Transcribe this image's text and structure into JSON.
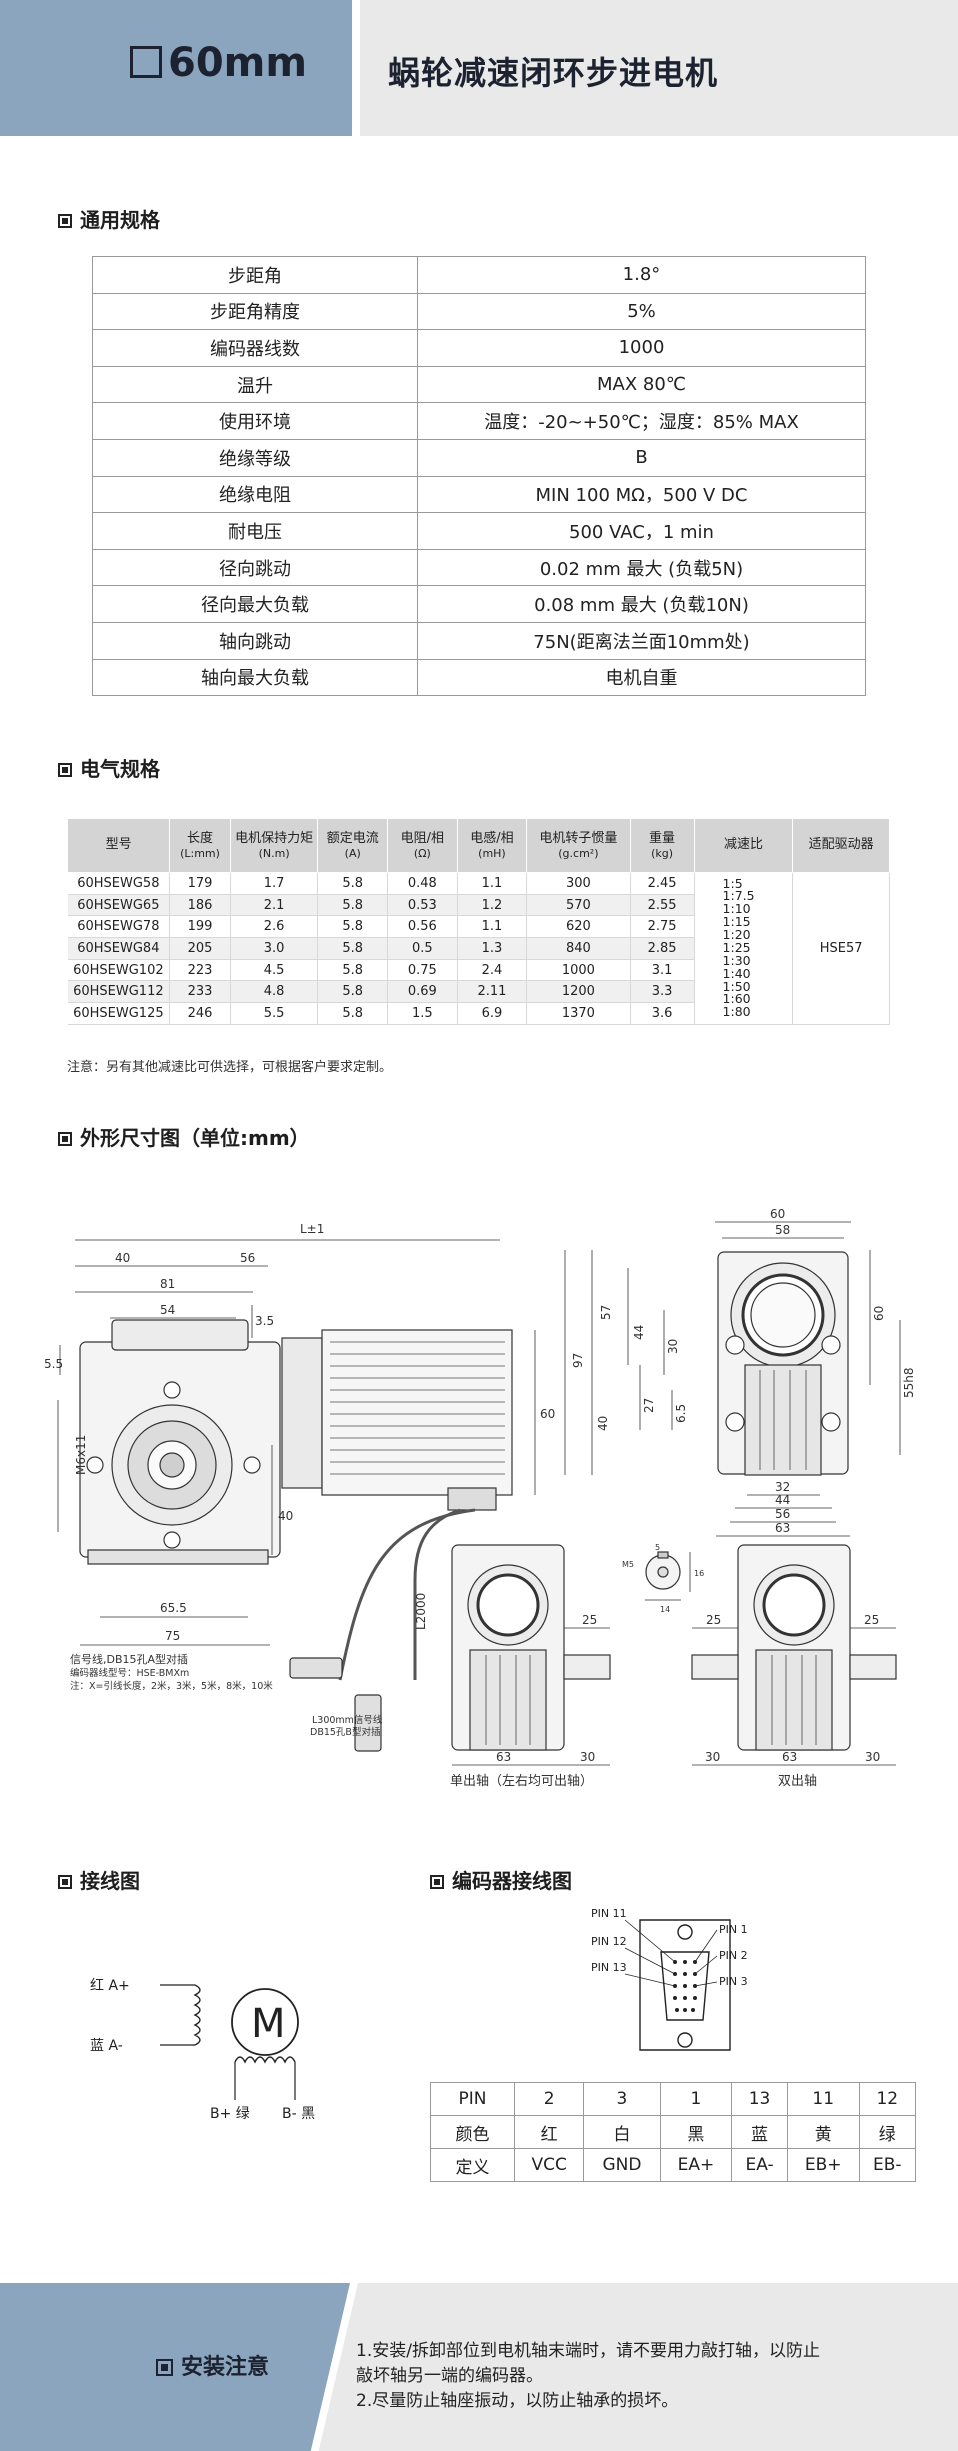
{
  "header": {
    "size": "60mm",
    "title": "蜗轮减速闭环步进电机"
  },
  "sections": {
    "general": "通用规格",
    "electrical": "电气规格",
    "dimensions": "外形尺寸图（单位:mm）",
    "wiring": "接线图",
    "encoder": "编码器接线图"
  },
  "general_specs": [
    {
      "k": "步距角",
      "v": "1.8°"
    },
    {
      "k": "步距角精度",
      "v": "5%"
    },
    {
      "k": "编码器线数",
      "v": "1000"
    },
    {
      "k": "温升",
      "v": "MAX 80℃"
    },
    {
      "k": "使用环境",
      "v": "温度：-20~+50℃；湿度：85% MAX"
    },
    {
      "k": "绝缘等级",
      "v": "B"
    },
    {
      "k": "绝缘电阻",
      "v": "MIN 100 MΩ，500 V DC"
    },
    {
      "k": "耐电压",
      "v": "500 VAC，1 min"
    },
    {
      "k": "径向跳动",
      "v": "0.02 mm 最大 (负载5N)"
    },
    {
      "k": "径向最大负载",
      "v": "0.08 mm 最大 (负载10N)"
    },
    {
      "k": "轴向跳动",
      "v": "75N(距离法兰面10mm处)"
    },
    {
      "k": "轴向最大负载",
      "v": "电机自重"
    }
  ],
  "electrical": {
    "headers": [
      {
        "t": "型号",
        "u": ""
      },
      {
        "t": "长度",
        "u": "(L:mm)"
      },
      {
        "t": "电机保持力矩",
        "u": "(N.m)"
      },
      {
        "t": "额定电流",
        "u": "(A)"
      },
      {
        "t": "电阻/相",
        "u": "(Ω)"
      },
      {
        "t": "电感/相",
        "u": "(mH)"
      },
      {
        "t": "电机转子惯量",
        "u": "(g.cm²)"
      },
      {
        "t": "重量",
        "u": "(kg)"
      },
      {
        "t": "减速比",
        "u": ""
      },
      {
        "t": "适配驱动器",
        "u": ""
      }
    ],
    "rows": [
      [
        "60HSEWG58",
        "179",
        "1.7",
        "5.8",
        "0.48",
        "1.1",
        "300",
        "2.45"
      ],
      [
        "60HSEWG65",
        "186",
        "2.1",
        "5.8",
        "0.53",
        "1.2",
        "570",
        "2.55"
      ],
      [
        "60HSEWG78",
        "199",
        "2.6",
        "5.8",
        "0.56",
        "1.1",
        "620",
        "2.75"
      ],
      [
        "60HSEWG84",
        "205",
        "3.0",
        "5.8",
        "0.5",
        "1.3",
        "840",
        "2.85"
      ],
      [
        "60HSEWG102",
        "223",
        "4.5",
        "5.8",
        "0.75",
        "2.4",
        "1000",
        "3.1"
      ],
      [
        "60HSEWG112",
        "233",
        "4.8",
        "5.8",
        "0.69",
        "2.11",
        "1200",
        "3.3"
      ],
      [
        "60HSEWG125",
        "246",
        "5.5",
        "5.8",
        "1.5",
        "6.9",
        "1370",
        "3.6"
      ]
    ],
    "ratios": [
      "1:5",
      "1:7.5",
      "1:10",
      "1:15",
      "1:20",
      "1:25",
      "1:30",
      "1:40",
      "1:50",
      "1:60",
      "1:80"
    ],
    "driver": "HSE57",
    "note": "注意：另有其他减速比可供选择，可根据客户要求定制。"
  },
  "dims": {
    "l": "L±1",
    "d40": "40",
    "d56": "56",
    "d81": "81",
    "d54": "54",
    "d35": "3.5",
    "d55": "5.5",
    "m6": "M6x11",
    "d40b": "40",
    "d655": "65.5",
    "d75": "75",
    "d60": "60",
    "l2000": "L2000",
    "signal1": "信号线,DB15孔A型对插",
    "signal2": "编码器线型号：HSE-BMXm",
    "signal3": "注：X=引线长度，2米，3米，5米，8米，10米",
    "l300a": "L300mm信号线",
    "l300b": "DB15孔B型对插",
    "r60": "60",
    "r58": "58",
    "r97": "97",
    "r57": "57",
    "r44": "44",
    "r30": "30",
    "r40": "40",
    "r27": "27",
    "r65": "6.5",
    "r60v": "60",
    "r55": "55h8",
    "r32": "32",
    "r44b": "44",
    "r56": "56",
    "r63": "63",
    "s25": "25",
    "s63": "63",
    "s30": "30",
    "k5": "5",
    "k14": "14",
    "km5": "M5",
    "k16": "16",
    "d25": "25",
    "d25b": "25",
    "d30": "30",
    "d63": "63",
    "d30b": "30",
    "single_label": "单出轴（左右均可出轴）",
    "double_label": "双出轴"
  },
  "wiring": {
    "a_plus": "红 A+",
    "a_minus": "蓝 A-",
    "b_plus": "B+ 绿",
    "b_minus": "B- 黑",
    "motor": "M"
  },
  "encoder": {
    "pins_left": [
      "PIN 11",
      "PIN 12",
      "PIN 13"
    ],
    "pins_right": [
      "PIN 1",
      "PIN 2",
      "PIN 3"
    ],
    "table": [
      [
        "PIN",
        "2",
        "3",
        "1",
        "13",
        "11",
        "12"
      ],
      [
        "颜色",
        "红",
        "白",
        "黑",
        "蓝",
        "黄",
        "绿"
      ],
      [
        "定义",
        "VCC",
        "GND",
        "EA+",
        "EA-",
        "EB+",
        "EB-"
      ]
    ]
  },
  "footer": {
    "title": "安装注意",
    "notes": [
      "1.安装/拆卸部位到电机轴末端时，请不要用力敲打轴，以防止",
      "   敲坏轴另一端的编码器。",
      "2.尽量防止轴座振动，以防止轴承的损坏。"
    ]
  }
}
